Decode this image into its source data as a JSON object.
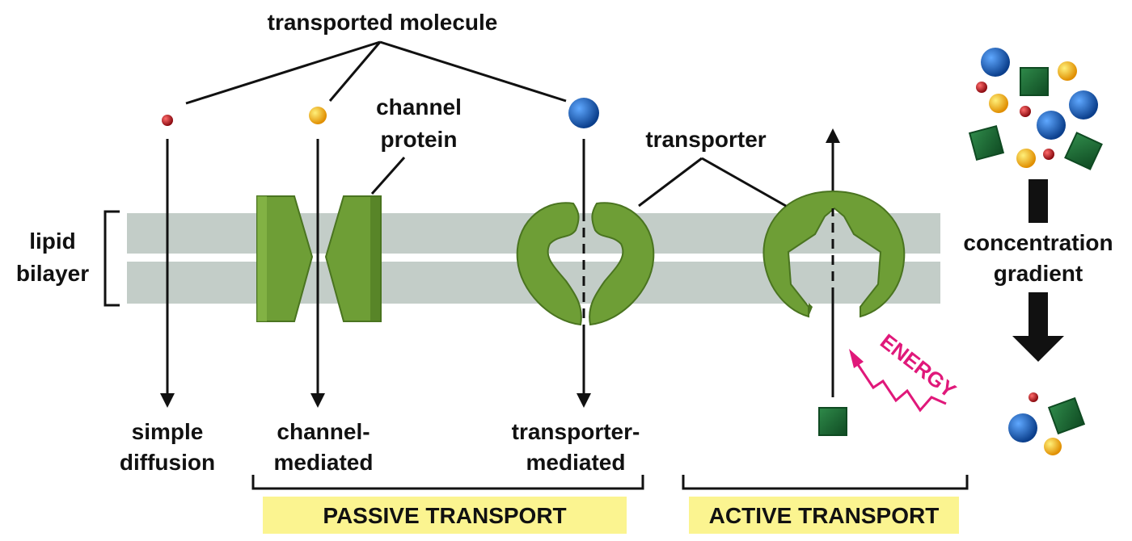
{
  "labels": {
    "transported_molecule": "transported molecule",
    "channel_protein_line1": "channel",
    "channel_protein_line2": "protein",
    "transporter": "transporter",
    "lipid_bilayer_line1": "lipid",
    "lipid_bilayer_line2": "bilayer",
    "concentration_gradient_line1": "concentration",
    "concentration_gradient_line2": "gradient",
    "simple_diffusion_line1": "simple",
    "simple_diffusion_line2": "diffusion",
    "channel_mediated_line1": "channel-",
    "channel_mediated_line2": "mediated",
    "transporter_mediated_line1": "transporter-",
    "transporter_mediated_line2": "mediated",
    "energy": "ENERGY",
    "passive_transport": "PASSIVE TRANSPORT",
    "active_transport": "ACTIVE TRANSPORT"
  },
  "colors": {
    "membrane": "#c3cdc8",
    "protein_green": "#6e9e36",
    "protein_dark": "#4a7420",
    "protein_light": "#8fbf4f",
    "molecule_red": "#b5121b",
    "molecule_yellow": "#f4b400",
    "molecule_blue": "#1565c0",
    "molecule_green_square": "#1e6b35",
    "energy_magenta": "#e0187a",
    "banner_yellow": "#fbf490",
    "line": "#111111"
  },
  "icons": [
    "small-red-molecule",
    "yellow-molecule",
    "blue-molecule",
    "green-square-molecule",
    "down-arrow",
    "up-arrow",
    "energy-squiggle-arrow"
  ]
}
